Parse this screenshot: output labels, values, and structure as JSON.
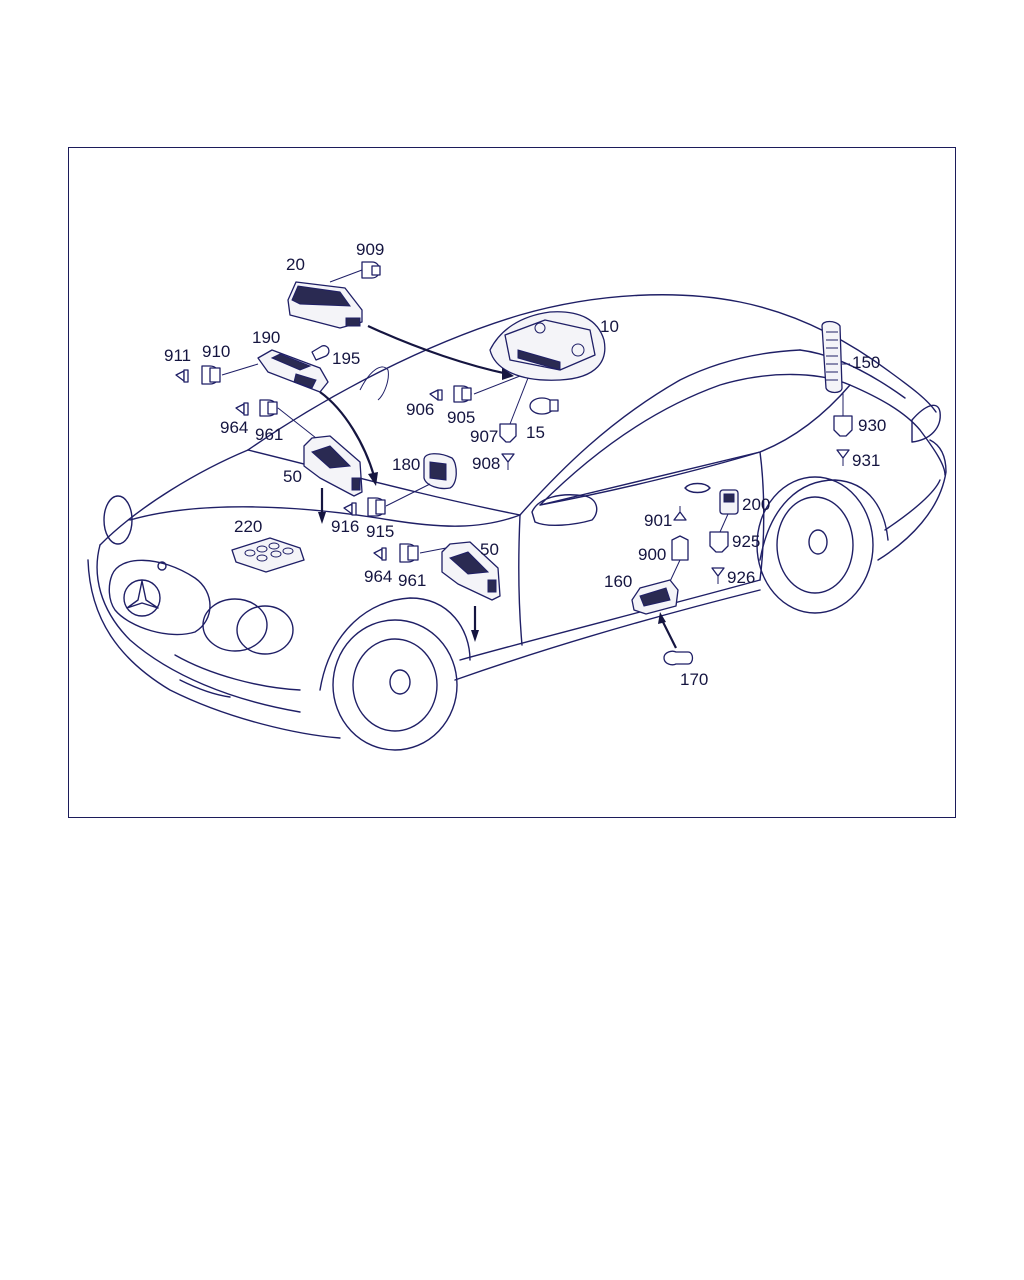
{
  "diagram": {
    "part_labels": {
      "p10": "10",
      "p15": "15",
      "p20": "20",
      "p50a": "50",
      "p50b": "50",
      "p150": "150",
      "p160": "160",
      "p170": "170",
      "p180": "180",
      "p190": "190",
      "p195": "195",
      "p200": "200",
      "p220": "220",
      "p900": "900",
      "p901": "901",
      "p905": "905",
      "p906": "906",
      "p907": "907",
      "p908": "908",
      "p909": "909",
      "p910": "910",
      "p911": "911",
      "p915": "915",
      "p916": "916",
      "p925": "925",
      "p926": "926",
      "p930": "930",
      "p931": "931",
      "p961a": "961",
      "p961b": "961",
      "p964a": "964",
      "p964b": "964"
    },
    "colors": {
      "line": "#1f1f66",
      "text": "#151540",
      "frame": "#1c1c5a",
      "background": "#ffffff"
    }
  }
}
